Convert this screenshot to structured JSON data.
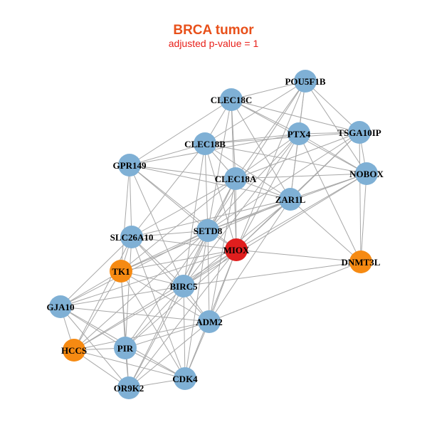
{
  "header": {
    "title": "BRCA tumor",
    "subtitle": "adjusted p-value = 1",
    "title_color": "#E8501A",
    "subtitle_color": "#E8201A"
  },
  "colors": {
    "blue": "#7FB0D5",
    "orange": "#F68A12",
    "red": "#E01E1E",
    "edge": "#A8A8A8"
  },
  "nodes": [
    {
      "id": "POU5F1B",
      "label": "POU5F1B",
      "color": "blue"
    },
    {
      "id": "CLEC18C",
      "label": "CLEC18C",
      "color": "blue"
    },
    {
      "id": "TSGA10IP",
      "label": "TSGA10IP",
      "color": "blue"
    },
    {
      "id": "PTX4",
      "label": "PTX4",
      "color": "blue"
    },
    {
      "id": "CLEC18B",
      "label": "CLEC18B",
      "color": "blue"
    },
    {
      "id": "GPR149",
      "label": "GPR149",
      "color": "blue"
    },
    {
      "id": "NOBOX",
      "label": "NOBOX",
      "color": "blue"
    },
    {
      "id": "CLEC18A",
      "label": "CLEC18A",
      "color": "blue"
    },
    {
      "id": "ZAR1L",
      "label": "ZAR1L",
      "color": "blue"
    },
    {
      "id": "SETD8",
      "label": "SETD8",
      "color": "blue"
    },
    {
      "id": "SLC26A10",
      "label": "SLC26A10",
      "color": "blue"
    },
    {
      "id": "MIOX",
      "label": "MIOX",
      "color": "red"
    },
    {
      "id": "DNMT3L",
      "label": "DNMT3L",
      "color": "orange"
    },
    {
      "id": "TK1",
      "label": "TK1",
      "color": "orange"
    },
    {
      "id": "BIRC5",
      "label": "BIRC5",
      "color": "blue"
    },
    {
      "id": "GJA10",
      "label": "GJA10",
      "color": "blue"
    },
    {
      "id": "ADM2",
      "label": "ADM2",
      "color": "blue"
    },
    {
      "id": "HCCS",
      "label": "HCCS",
      "color": "orange"
    },
    {
      "id": "PIR",
      "label": "PIR",
      "color": "blue"
    },
    {
      "id": "CDK4",
      "label": "CDK4",
      "color": "blue"
    },
    {
      "id": "OR9K2",
      "label": "OR9K2",
      "color": "blue"
    }
  ],
  "edges": [
    [
      "POU5F1B",
      "CLEC18C"
    ],
    [
      "POU5F1B",
      "TSGA10IP"
    ],
    [
      "POU5F1B",
      "PTX4"
    ],
    [
      "POU5F1B",
      "CLEC18B"
    ],
    [
      "POU5F1B",
      "NOBOX"
    ],
    [
      "POU5F1B",
      "CLEC18A"
    ],
    [
      "POU5F1B",
      "ZAR1L"
    ],
    [
      "POU5F1B",
      "MIOX"
    ],
    [
      "POU5F1B",
      "SETD8"
    ],
    [
      "CLEC18C",
      "PTX4"
    ],
    [
      "CLEC18C",
      "TSGA10IP"
    ],
    [
      "CLEC18C",
      "CLEC18B"
    ],
    [
      "CLEC18C",
      "CLEC18A"
    ],
    [
      "CLEC18C",
      "GPR149"
    ],
    [
      "CLEC18C",
      "ZAR1L"
    ],
    [
      "CLEC18C",
      "SETD8"
    ],
    [
      "CLEC18C",
      "NOBOX"
    ],
    [
      "CLEC18C",
      "MIOX"
    ],
    [
      "TSGA10IP",
      "PTX4"
    ],
    [
      "TSGA10IP",
      "NOBOX"
    ],
    [
      "TSGA10IP",
      "ZAR1L"
    ],
    [
      "TSGA10IP",
      "CLEC18B"
    ],
    [
      "TSGA10IP",
      "CLEC18A"
    ],
    [
      "TSGA10IP",
      "DNMT3L"
    ],
    [
      "TSGA10IP",
      "MIOX"
    ],
    [
      "TSGA10IP",
      "SETD8"
    ],
    [
      "PTX4",
      "CLEC18B"
    ],
    [
      "PTX4",
      "NOBOX"
    ],
    [
      "PTX4",
      "CLEC18A"
    ],
    [
      "PTX4",
      "ZAR1L"
    ],
    [
      "PTX4",
      "SETD8"
    ],
    [
      "PTX4",
      "MIOX"
    ],
    [
      "PTX4",
      "GPR149"
    ],
    [
      "PTX4",
      "DNMT3L"
    ],
    [
      "PTX4",
      "BIRC5"
    ],
    [
      "CLEC18B",
      "GPR149"
    ],
    [
      "CLEC18B",
      "CLEC18A"
    ],
    [
      "CLEC18B",
      "ZAR1L"
    ],
    [
      "CLEC18B",
      "SETD8"
    ],
    [
      "CLEC18B",
      "SLC26A10"
    ],
    [
      "CLEC18B",
      "MIOX"
    ],
    [
      "CLEC18B",
      "NOBOX"
    ],
    [
      "CLEC18B",
      "BIRC5"
    ],
    [
      "GPR149",
      "CLEC18A"
    ],
    [
      "GPR149",
      "SLC26A10"
    ],
    [
      "GPR149",
      "SETD8"
    ],
    [
      "GPR149",
      "TK1"
    ],
    [
      "GPR149",
      "BIRC5"
    ],
    [
      "GPR149",
      "ZAR1L"
    ],
    [
      "GPR149",
      "MIOX"
    ],
    [
      "NOBOX",
      "CLEC18A"
    ],
    [
      "NOBOX",
      "ZAR1L"
    ],
    [
      "NOBOX",
      "MIOX"
    ],
    [
      "NOBOX",
      "DNMT3L"
    ],
    [
      "NOBOX",
      "SETD8"
    ],
    [
      "NOBOX",
      "BIRC5"
    ],
    [
      "CLEC18A",
      "ZAR1L"
    ],
    [
      "CLEC18A",
      "SETD8"
    ],
    [
      "CLEC18A",
      "MIOX"
    ],
    [
      "CLEC18A",
      "SLC26A10"
    ],
    [
      "CLEC18A",
      "BIRC5"
    ],
    [
      "CLEC18A",
      "TK1"
    ],
    [
      "CLEC18A",
      "ADM2"
    ],
    [
      "ZAR1L",
      "SETD8"
    ],
    [
      "ZAR1L",
      "MIOX"
    ],
    [
      "ZAR1L",
      "DNMT3L"
    ],
    [
      "ZAR1L",
      "BIRC5"
    ],
    [
      "ZAR1L",
      "SLC26A10"
    ],
    [
      "ZAR1L",
      "ADM2"
    ],
    [
      "ZAR1L",
      "TK1"
    ],
    [
      "SETD8",
      "SLC26A10"
    ],
    [
      "SETD8",
      "MIOX"
    ],
    [
      "SETD8",
      "TK1"
    ],
    [
      "SETD8",
      "BIRC5"
    ],
    [
      "SETD8",
      "GJA10"
    ],
    [
      "SETD8",
      "ADM2"
    ],
    [
      "SETD8",
      "HCCS"
    ],
    [
      "SETD8",
      "PIR"
    ],
    [
      "SETD8",
      "CDK4"
    ],
    [
      "SETD8",
      "OR9K2"
    ],
    [
      "SLC26A10",
      "MIOX"
    ],
    [
      "SLC26A10",
      "TK1"
    ],
    [
      "SLC26A10",
      "BIRC5"
    ],
    [
      "SLC26A10",
      "GJA10"
    ],
    [
      "SLC26A10",
      "PIR"
    ],
    [
      "SLC26A10",
      "CDK4"
    ],
    [
      "SLC26A10",
      "ADM2"
    ],
    [
      "SLC26A10",
      "HCCS"
    ],
    [
      "MIOX",
      "DNMT3L"
    ],
    [
      "MIOX",
      "TK1"
    ],
    [
      "MIOX",
      "BIRC5"
    ],
    [
      "MIOX",
      "ADM2"
    ],
    [
      "MIOX",
      "GJA10"
    ],
    [
      "MIOX",
      "PIR"
    ],
    [
      "MIOX",
      "CDK4"
    ],
    [
      "MIOX",
      "OR9K2"
    ],
    [
      "MIOX",
      "HCCS"
    ],
    [
      "DNMT3L",
      "ADM2"
    ],
    [
      "DNMT3L",
      "BIRC5"
    ],
    [
      "TK1",
      "BIRC5"
    ],
    [
      "TK1",
      "GJA10"
    ],
    [
      "TK1",
      "HCCS"
    ],
    [
      "TK1",
      "PIR"
    ],
    [
      "TK1",
      "ADM2"
    ],
    [
      "TK1",
      "CDK4"
    ],
    [
      "TK1",
      "OR9K2"
    ],
    [
      "BIRC5",
      "ADM2"
    ],
    [
      "BIRC5",
      "GJA10"
    ],
    [
      "BIRC5",
      "PIR"
    ],
    [
      "BIRC5",
      "CDK4"
    ],
    [
      "BIRC5",
      "OR9K2"
    ],
    [
      "BIRC5",
      "HCCS"
    ],
    [
      "GJA10",
      "HCCS"
    ],
    [
      "GJA10",
      "PIR"
    ],
    [
      "GJA10",
      "OR9K2"
    ],
    [
      "GJA10",
      "CDK4"
    ],
    [
      "GJA10",
      "ADM2"
    ],
    [
      "ADM2",
      "PIR"
    ],
    [
      "ADM2",
      "CDK4"
    ],
    [
      "ADM2",
      "OR9K2"
    ],
    [
      "ADM2",
      "HCCS"
    ],
    [
      "HCCS",
      "PIR"
    ],
    [
      "HCCS",
      "OR9K2"
    ],
    [
      "HCCS",
      "CDK4"
    ],
    [
      "PIR",
      "CDK4"
    ],
    [
      "PIR",
      "OR9K2"
    ],
    [
      "CDK4",
      "OR9K2"
    ]
  ]
}
